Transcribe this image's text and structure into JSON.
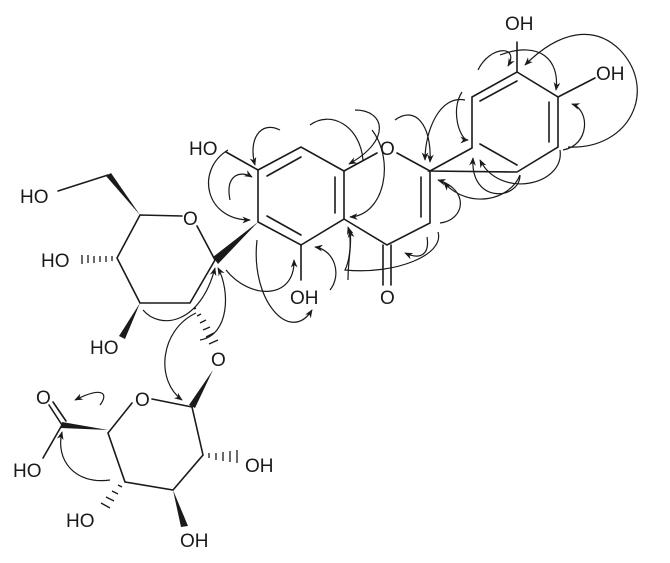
{
  "labels": {
    "oh_3p": "OH",
    "oh_4p": "OH",
    "ho_7": "HO",
    "o_1": "O",
    "ho_ch2": "HO",
    "o_glc_ring": "O",
    "ho_glc_4": "HO",
    "oh_5": "OH",
    "o_4": "O",
    "ho_glc_3": "HO",
    "o_glyco": "O",
    "o_glca_ring": "O",
    "o_acid": "O",
    "ho_acid": "HO",
    "oh_glca_2": "OH",
    "ho_glca_4": "HO",
    "oh_glca_3": "OH"
  },
  "colors": {
    "ink": "#1a1a1a",
    "background": "#ffffff"
  }
}
